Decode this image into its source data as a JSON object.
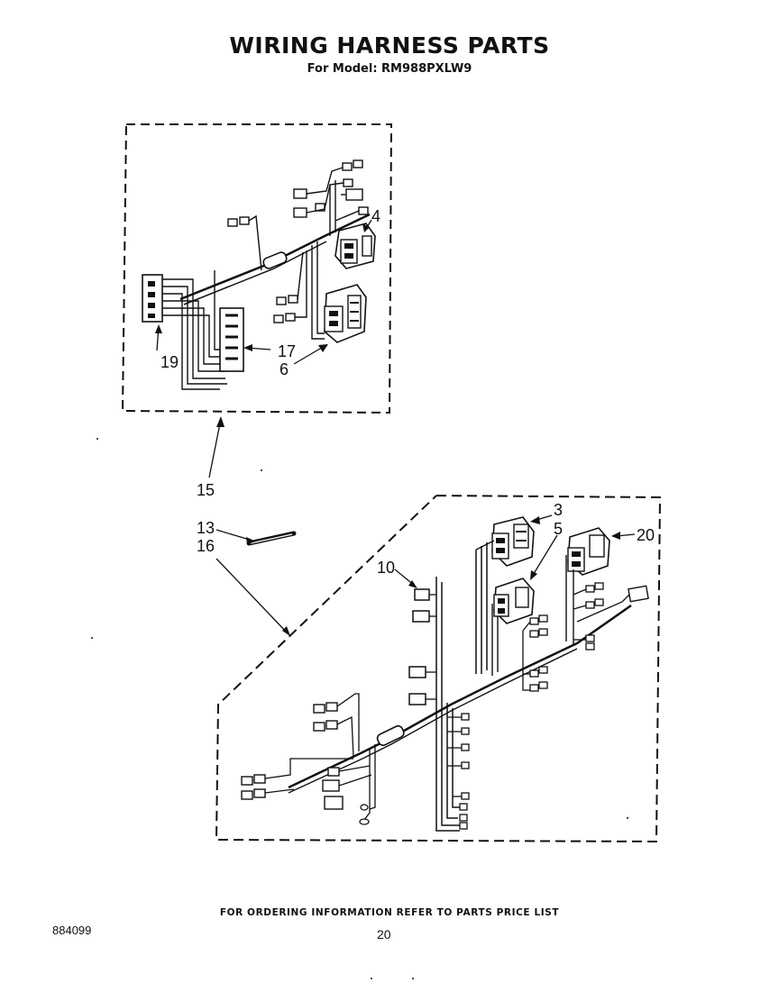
{
  "title": "WIRING HARNESS PARTS",
  "subtitle": "For Model: RM988PXLW9",
  "footer": "FOR ORDERING INFORMATION REFER TO PARTS PRICE LIST",
  "document_number": "884099",
  "page_number": "20",
  "callouts": {
    "c3": "3",
    "c4": "4",
    "c5": "5",
    "c6": "6",
    "c10": "10",
    "c13": "13",
    "c15": "15",
    "c16": "16",
    "c17": "17",
    "c19": "19",
    "c20": "20"
  }
}
